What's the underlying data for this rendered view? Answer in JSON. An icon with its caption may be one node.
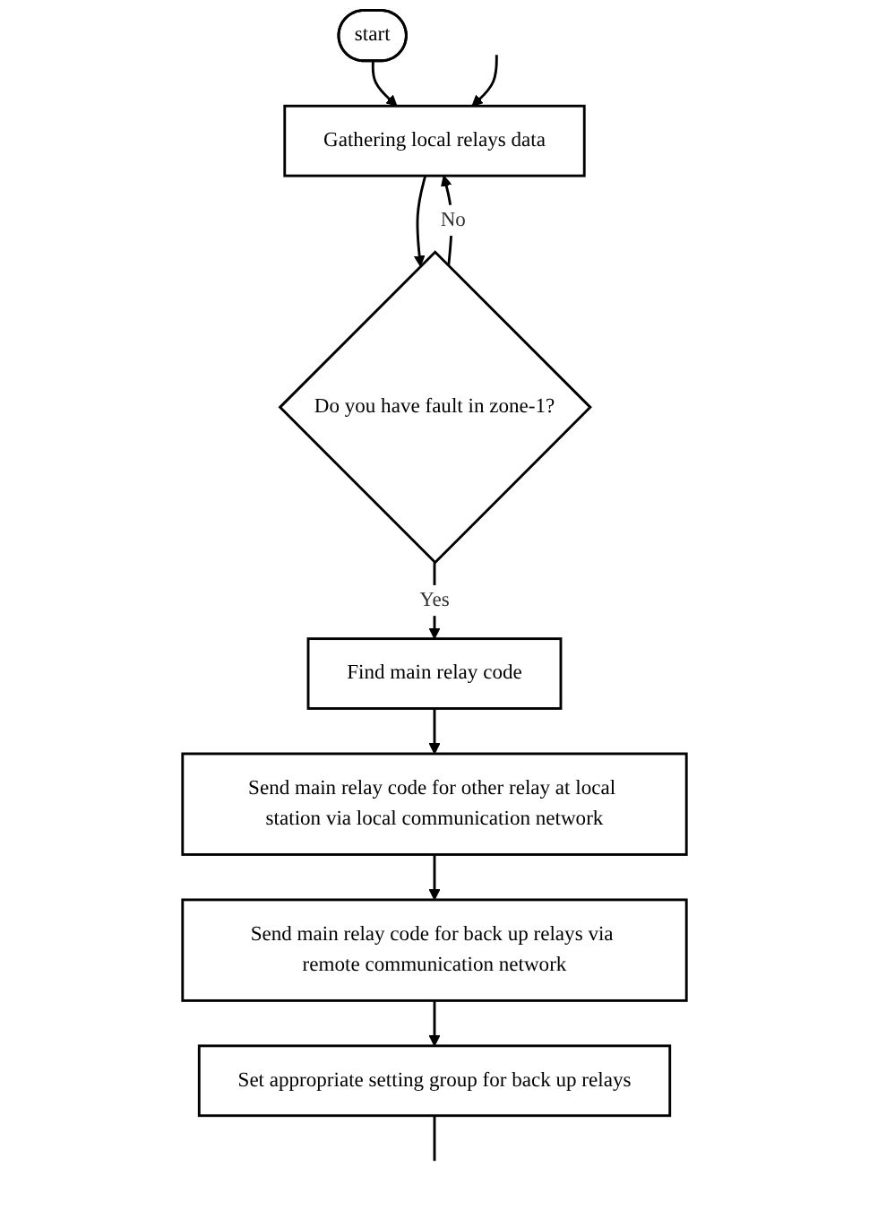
{
  "diagram": {
    "nodes": [
      {
        "text": [
          "start"
        ]
      },
      {
        "text": [
          "Gathering  local relays data"
        ]
      },
      {
        "text": [
          "Do you have fault in zone-1?"
        ]
      },
      {
        "text": [
          "Find main relay code"
        ]
      },
      {
        "text": [
          "Send main relay code for other relay at local station via local communication network"
        ]
      },
      {
        "text": [
          "Send main relay code for back up relays via remote communication network"
        ]
      },
      {
        "text": [
          "Set appropriate setting group for back up relays"
        ]
      }
    ],
    "edges": [
      {
        "from": 0,
        "to": 1,
        "arrow": "to"
      },
      {
        "from": 1,
        "to": 2,
        "arrow": "to"
      },
      {
        "from": 2,
        "to": 1,
        "arrow": "to",
        "label": "No"
      },
      {
        "from": 2,
        "to": 3,
        "arrow": "to",
        "label": "Yes"
      },
      {
        "from": 3,
        "to": 4,
        "arrow": "to"
      },
      {
        "from": 4,
        "to": 5,
        "arrow": "to"
      },
      {
        "from": 5,
        "to": 6,
        "arrow": "to"
      },
      {
        "from": 6,
        "to": null,
        "arrow": "none"
      },
      {
        "from": null,
        "to": 1,
        "arrow": "to"
      }
    ]
  }
}
